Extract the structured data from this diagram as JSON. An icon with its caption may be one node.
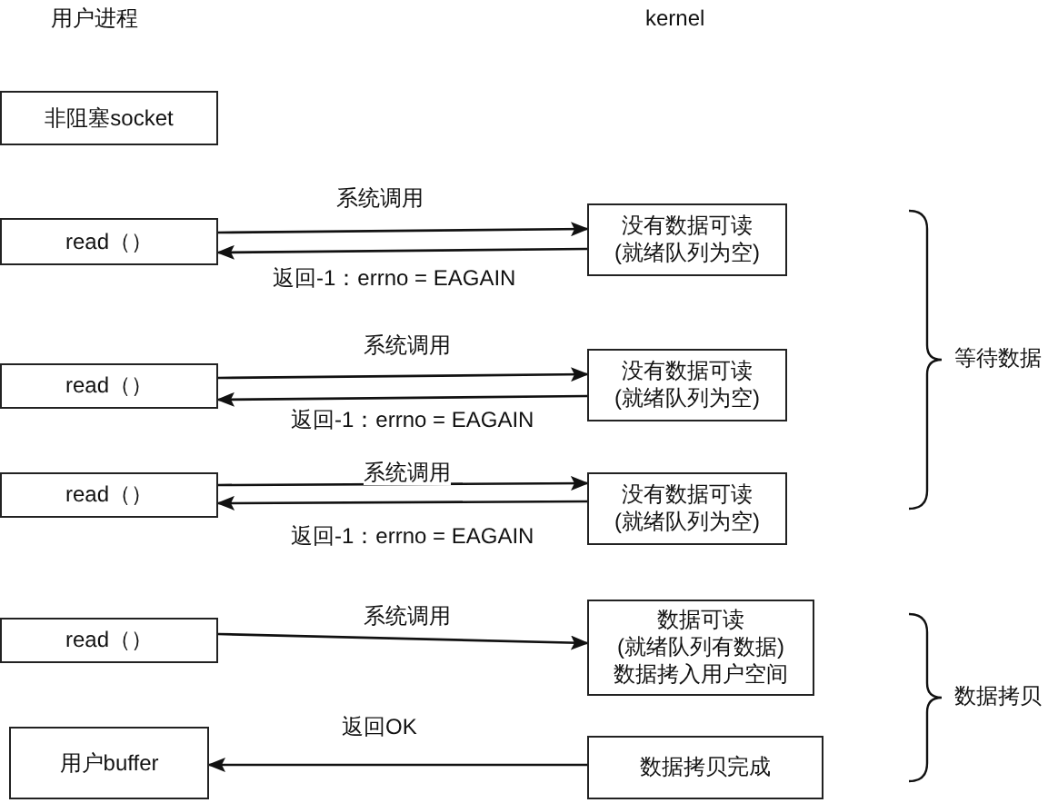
{
  "diagram": {
    "nodes": [
      {
        "text": [
          "非阻塞socket"
        ]
      },
      {
        "text": [
          "read（）"
        ]
      },
      {
        "text": [
          "没有数据可读 (就绪队列为空)"
        ]
      },
      {
        "text": [
          "read（）"
        ]
      },
      {
        "text": [
          "没有数据可读 (就绪队列为空)"
        ]
      },
      {
        "text": [
          "read（）"
        ]
      },
      {
        "text": [
          "没有数据可读 (就绪队列为空)"
        ]
      },
      {
        "text": [
          "read（）"
        ]
      },
      {
        "text": [
          "数据可读 (就绪队列有数据) 数据拷入用户空间"
        ]
      },
      {
        "text": [
          "用户buffer"
        ]
      },
      {
        "text": [
          "数据拷贝完成"
        ]
      }
    ],
    "edges": [
      {
        "from": 1,
        "to": 2,
        "arrow": "to",
        "label": "系统调用"
      },
      {
        "from": 2,
        "to": 1,
        "arrow": "to",
        "label": "返回-1：errno = EAGAIN"
      },
      {
        "from": 3,
        "to": 4,
        "arrow": "to",
        "label": "系统调用"
      },
      {
        "from": 4,
        "to": 3,
        "arrow": "to",
        "label": "返回-1：errno = EAGAIN"
      },
      {
        "from": 5,
        "to": 6,
        "arrow": "to",
        "label": "系统调用"
      },
      {
        "from": 6,
        "to": 5,
        "arrow": "to",
        "label": "返回-1：errno = EAGAIN"
      },
      {
        "from": 7,
        "to": 8,
        "arrow": "to",
        "label": "系统调用"
      },
      {
        "from": 10,
        "to": 9,
        "arrow": "to",
        "label": "返回OK"
      }
    ],
    "labels": [
      "用户进程",
      "kernel",
      "等待数据",
      "数据拷贝"
    ]
  }
}
